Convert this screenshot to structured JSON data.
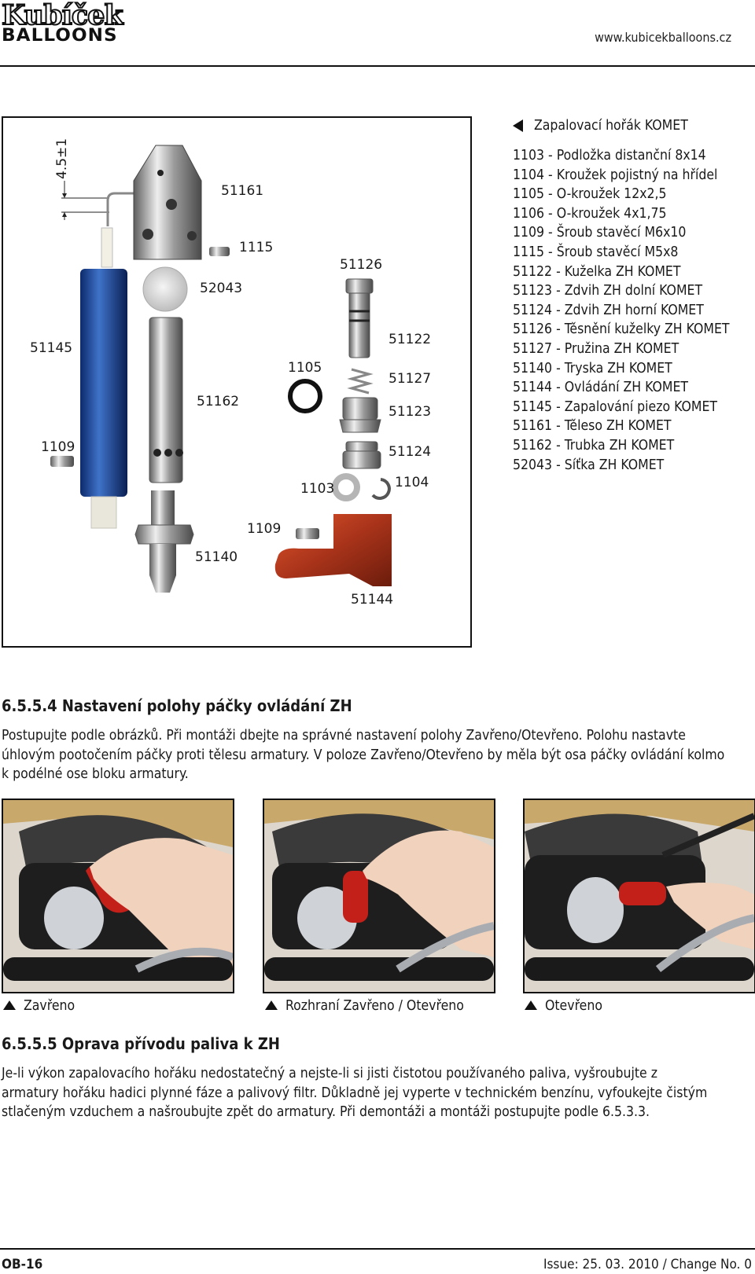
{
  "header": {
    "logo_line1": "Kubíček",
    "logo_line2": "BALLOONS",
    "url": "www.kubicekballoons.cz"
  },
  "figure": {
    "dimension": "4.5±1",
    "labels": {
      "l51161": "51161",
      "l1115": "1115",
      "l52043": "52043",
      "l51126": "51126",
      "l51145": "51145",
      "l51122": "51122",
      "l1105": "1105",
      "l51127": "51127",
      "l51162": "51162",
      "l51123": "51123",
      "l1109a": "1109",
      "l51124": "51124",
      "l1104": "1104",
      "l1103": "1103",
      "l1109b": "1109",
      "l51140": "51140",
      "l51144": "51144"
    }
  },
  "parts": {
    "caption": "Zapalovací hořák KOMET",
    "items": [
      "1103 - Podložka distanční 8x14",
      "1104 - Kroužek pojistný na hřídel",
      "1105 - O-kroužek 12x2,5",
      "1106 - O-kroužek 4x1,75",
      "1109 - Šroub stavěcí M6x10",
      "1115 - Šroub stavěcí M5x8",
      "51122 - Kuželka ZH KOMET",
      "51123 - Zdvih ZH dolní KOMET",
      "51124 - Zdvih ZH horní KOMET",
      "51126 - Těsnění kuželky ZH KOMET",
      "51127 - Pružina ZH KOMET",
      "51140 - Tryska ZH KOMET",
      "51144 - Ovládání ZH KOMET",
      "51145 - Zapalování piezo KOMET",
      "51161 - Těleso ZH KOMET",
      "51162 - Trubka ZH KOMET",
      "52043 - Síťka ZH KOMET"
    ]
  },
  "section1": {
    "heading": "6.5.5.4 Nastavení polohy páčky ovládání ZH",
    "line1": "Postupujte podle obrázků. Při montáži dbejte na správné nastavení polohy Zavřeno/Otevřeno. Polohu nastavte",
    "line2": "úhlovým pootočením páčky proti tělesu armatury. V poloze Zavřeno/Otevřeno by měla být osa páčky ovládání kolmo",
    "line3": "k podélné ose bloku armatury."
  },
  "photos": {
    "caption1": "Zavřeno",
    "caption2": "Rozhraní Zavřeno / Otevřeno",
    "caption3": "Otevřeno"
  },
  "section2": {
    "heading": "6.5.5.5 Oprava přívodu paliva k ZH",
    "line1": "Je-li výkon zapalovacího hořáku nedostatečný a nejste-li si jisti čistotou používaného paliva, vyšroubujte z",
    "line2": "armatury hořáku hadici plynné fáze a palivový filtr. Důkladně jej vyperte v technickém benzínu, vyfoukejte čistým",
    "line3": "stlačeným vzduchem a našroubujte zpět do armatury. Při demontáži a montáži postupujte podle 6.5.3.3."
  },
  "footer": {
    "page": "OB-16",
    "issue": "Issue: 25. 03. 2010 / Change No. 0"
  }
}
